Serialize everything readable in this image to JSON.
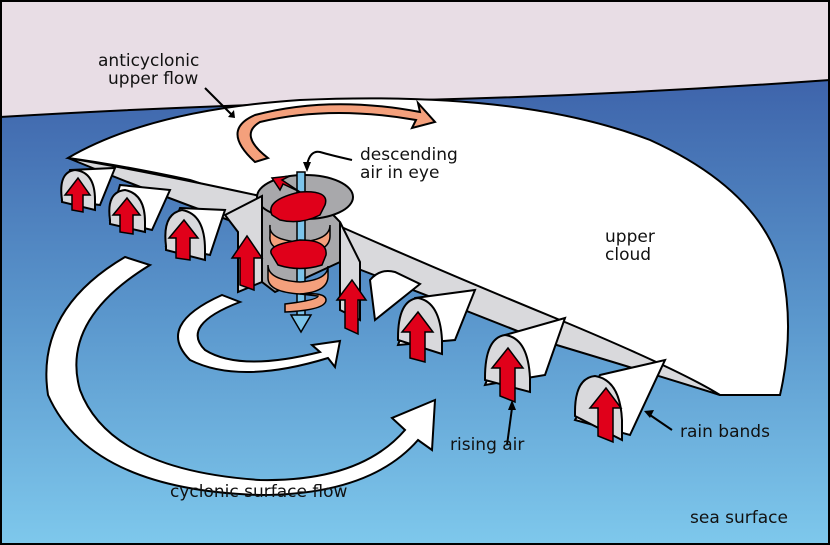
{
  "title": "Hurricane structure diagram",
  "colors": {
    "sky": "#e8dde5",
    "sea_top": "#3e64ab",
    "sea_bottom": "#7ec8ec",
    "cloud": "#ffffff",
    "cloud_shadow": "#d9d9dc",
    "eye_wall": "#a8a8ab",
    "upper_flow": "#f4a07c",
    "rising_air": "#e0001a",
    "descending_air": "#7cc4ea",
    "outline": "#000000"
  },
  "labels": {
    "anticyclonic_line1": "anticyclonic",
    "anticyclonic_line2": "upper flow",
    "descending_line1": "descending",
    "descending_line2": "air in eye",
    "upper_cloud_line1": "upper",
    "upper_cloud_line2": "cloud",
    "rising_air": "rising air",
    "rain_bands": "rain bands",
    "cyclonic_surface_flow": "cyclonic surface flow",
    "sea_surface": "sea surface"
  }
}
